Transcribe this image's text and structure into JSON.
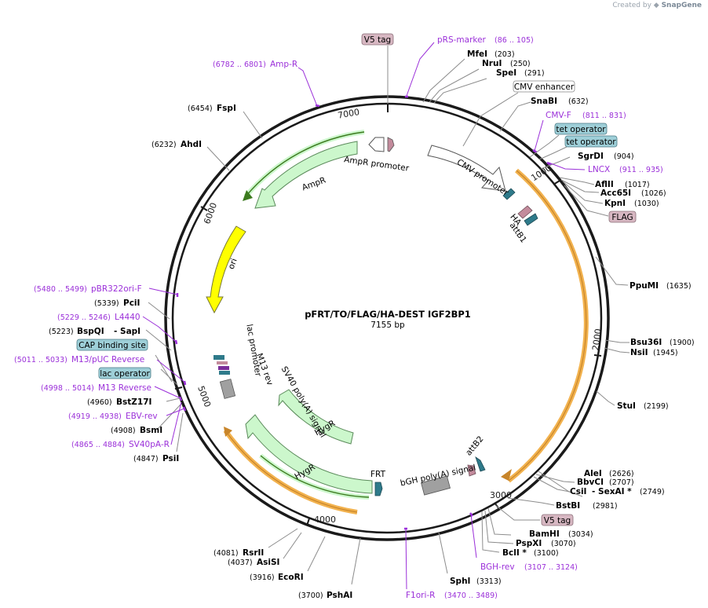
{
  "credit": {
    "prefix": "Created by",
    "brand": "SnapGene"
  },
  "plasmid": {
    "name": "pFRT/TO/FLAG/HA-DEST IGF2BP1",
    "length": "7155 bp"
  },
  "ticks": [
    "1000",
    "2000",
    "3000",
    "4000",
    "5000",
    "6000",
    "7000"
  ],
  "features": {
    "ampr_promoter": "AmpR promoter",
    "ampr": "AmpR",
    "ori": "ori",
    "cmv_promoter": "CMV promoter",
    "ha": "HA",
    "attb1": "attB1",
    "lac_promoter": "lac promoter",
    "m13_rev": "M13 rev",
    "sv40": "SV40 poly(A) signal",
    "hygr_top": "HygR",
    "hygr_bottom": "HygR",
    "frt": "FRT",
    "bgh": "bGH poly(A) signal",
    "attb2": "attB2"
  },
  "labels": {
    "v5_tag_top": "V5 tag",
    "prs_marker": {
      "name": "pRS-marker",
      "pos": "(86 .. 105)"
    },
    "mfei": {
      "name": "MfeI",
      "pos": "(203)"
    },
    "nrui": {
      "name": "NruI",
      "pos": "(250)"
    },
    "spei": {
      "name": "SpeI",
      "pos": "(291)"
    },
    "cmv_enhancer": "CMV enhancer",
    "snabi": {
      "name": "SnaBI",
      "pos": "(632)"
    },
    "cmv_f": {
      "name": "CMV-F",
      "pos": "(811 .. 831)"
    },
    "tet_op1": "tet operator",
    "tet_op2": "tet operator",
    "sgrdi": {
      "name": "SgrDI",
      "pos": "(904)"
    },
    "lncx": {
      "name": "LNCX",
      "pos": "(911 .. 935)"
    },
    "aflii": {
      "name": "AflII",
      "pos": "(1017)"
    },
    "acc65i": {
      "name": "Acc65I",
      "pos": "(1026)"
    },
    "kpni": {
      "name": "KpnI",
      "pos": "(1030)"
    },
    "flag": "FLAG",
    "ppumi": {
      "name": "PpuMI",
      "pos": "(1635)"
    },
    "bsu36i": {
      "name": "Bsu36I",
      "pos": "(1900)"
    },
    "nsii": {
      "name": "NsiI",
      "pos": "(1945)"
    },
    "stui": {
      "name": "StuI",
      "pos": "(2199)"
    },
    "alei": {
      "name": "AleI",
      "pos": "(2626)"
    },
    "bbvci": {
      "name": "BbvCI",
      "pos": "(2707)"
    },
    "csii": {
      "name": "CsiI",
      "name2": "- SexAI *",
      "pos": "(2749)"
    },
    "bstbi": {
      "name": "BstBI",
      "pos": "(2981)"
    },
    "v5_tag_bottom": "V5 tag",
    "bamhi": {
      "name": "BamHI",
      "pos": "(3034)"
    },
    "pspxi": {
      "name": "PspXI",
      "pos": "(3070)"
    },
    "bcli": {
      "name": "BclI *",
      "pos": "(3100)"
    },
    "bgh_rev": {
      "name": "BGH-rev",
      "pos": "(3107 .. 3124)"
    },
    "sphi": {
      "name": "SphI",
      "pos": "(3313)"
    },
    "f1ori_r": {
      "name": "F1ori-R",
      "pos": "(3470 .. 3489)"
    },
    "pshai": {
      "name": "PshAI",
      "pos": "(3700)"
    },
    "ecori": {
      "name": "EcoRI",
      "pos": "(3916)"
    },
    "asisi": {
      "name": "AsiSI",
      "pos": "(4037)"
    },
    "rsrii": {
      "name": "RsrII",
      "pos": "(4081)"
    },
    "psii": {
      "name": "PsiI",
      "pos": "(4847)"
    },
    "sv40pa_r": {
      "name": "SV40pA-R",
      "pos": "(4865 .. 4884)"
    },
    "bsmi": {
      "name": "BsmI",
      "pos": "(4908)"
    },
    "ebv_rev": {
      "name": "EBV-rev",
      "pos": "(4919 .. 4938)"
    },
    "bstz17i": {
      "name": "BstZ17I",
      "pos": "(4960)"
    },
    "m13_reverse": {
      "name": "M13 Reverse",
      "pos": "(4998 .. 5014)"
    },
    "lac_operator": "lac operator",
    "m13_puc_reverse": {
      "name": "M13/pUC Reverse",
      "pos": "(5011 .. 5033)"
    },
    "cap_site": "CAP binding site",
    "bspqi": {
      "name": "BspQI",
      "name2": "- SapI",
      "pos": "(5223)"
    },
    "l4440": {
      "name": "L4440",
      "pos": "(5229 .. 5246)"
    },
    "pcii": {
      "name": "PciI",
      "pos": "(5339)"
    },
    "pbr322ori_f": {
      "name": "pBR322ori-F",
      "pos": "(5480 .. 5499)"
    },
    "ahdi": {
      "name": "AhdI",
      "pos": "(6232)"
    },
    "fspi": {
      "name": "FspI",
      "pos": "(6454)"
    },
    "amp_r": {
      "name": "Amp-R",
      "pos": "(6782 .. 6801)"
    }
  },
  "colors": {
    "backbone": "#1a1a1a",
    "primer": "#9b30d9",
    "cds": "#ccf7cc",
    "cds_outline": "#5a8a5a",
    "ori": "#ffff00",
    "orange": "#f2b24e",
    "tag": "#d7b7c2",
    "operator": "#9ecfd8",
    "leader_gray": "#8c8c8c"
  }
}
